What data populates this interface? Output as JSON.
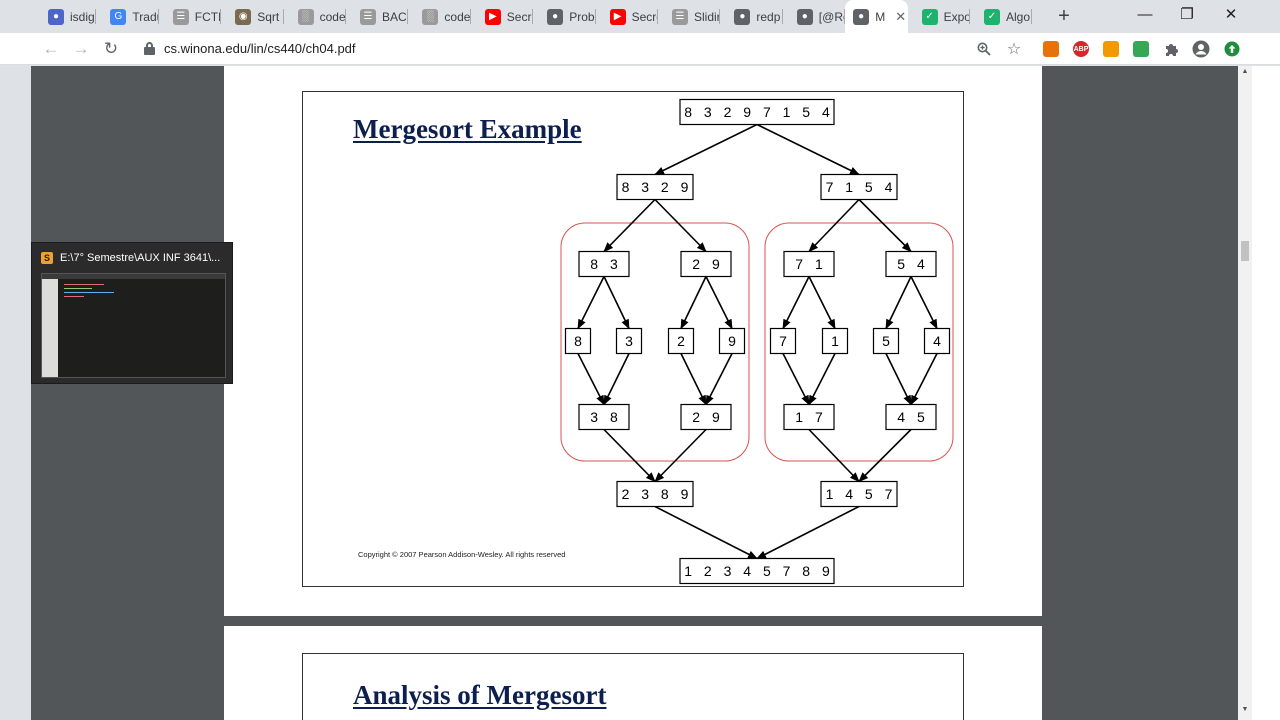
{
  "tabs": [
    {
      "label": "isdig",
      "icon": "search-icon",
      "color": "#4d64c9"
    },
    {
      "label": "Tradu",
      "icon": "translate-icon",
      "color": "#4285f4"
    },
    {
      "label": "FCTR",
      "icon": "stack-icon",
      "color": "#9a9a9a"
    },
    {
      "label": "Sqrt",
      "icon": "owl-icon",
      "color": "#7a6a4f"
    },
    {
      "label": "code",
      "icon": "bars-icon",
      "color": "#9a9a9a"
    },
    {
      "label": "BACF",
      "icon": "stack-icon",
      "color": "#9a9a9a"
    },
    {
      "label": "code",
      "icon": "bars-icon",
      "color": "#9a9a9a"
    },
    {
      "label": "Secre",
      "icon": "youtube-icon",
      "color": "#ff0000"
    },
    {
      "label": "Probl",
      "icon": "globe-icon",
      "color": "#5f6368"
    },
    {
      "label": "Secre",
      "icon": "youtube-icon",
      "color": "#ff0000"
    },
    {
      "label": "Slidir",
      "icon": "stack-icon",
      "color": "#9a9a9a"
    },
    {
      "label": "redp",
      "icon": "globe-icon",
      "color": "#5f6368"
    },
    {
      "label": "[@Re",
      "icon": "globe-icon",
      "color": "#5f6368"
    },
    {
      "label": "M",
      "icon": "globe-icon",
      "color": "#5f6368",
      "active": true
    },
    {
      "label": "Expo",
      "icon": "shield-icon",
      "color": "#1db36e"
    },
    {
      "label": "Algo",
      "icon": "shield-icon",
      "color": "#1db36e"
    }
  ],
  "toolbar": {
    "url": "cs.winona.edu/lin/cs440/ch04.pdf"
  },
  "extensions": [
    {
      "name": "ext-orange",
      "color": "#e8710a",
      "text": ""
    },
    {
      "name": "adblock",
      "color": "#d9242a",
      "text": "ABP"
    },
    {
      "name": "ext-wrench",
      "color": "#f29900",
      "text": ""
    },
    {
      "name": "ext-green",
      "color": "#34a853",
      "text": ""
    }
  ],
  "pdf": {
    "slide1_title": "Mergesort Example",
    "copyright": "Copyright © 2007 Pearson Addison-Wesley. All rights reserved",
    "slide2_title": "Analysis of Mergesort"
  },
  "tree": {
    "root": "8 3 2 9 7 1 5 4",
    "split1": [
      "8 3 2 9",
      "7 1 5 4"
    ],
    "split2": [
      "8 3",
      "2 9",
      "7 1",
      "5 4"
    ],
    "leaves": [
      "8",
      "3",
      "2",
      "9",
      "7",
      "1",
      "5",
      "4"
    ],
    "merge1": [
      "3 8",
      "2 9",
      "1 7",
      "4 5"
    ],
    "merge2": [
      "2 3 8 9",
      "1 4 5 7"
    ],
    "result": "1 2 3 4 5 7 8 9"
  },
  "preview": {
    "title": "E:\\7° Semestre\\AUX INF 3641\\..."
  }
}
